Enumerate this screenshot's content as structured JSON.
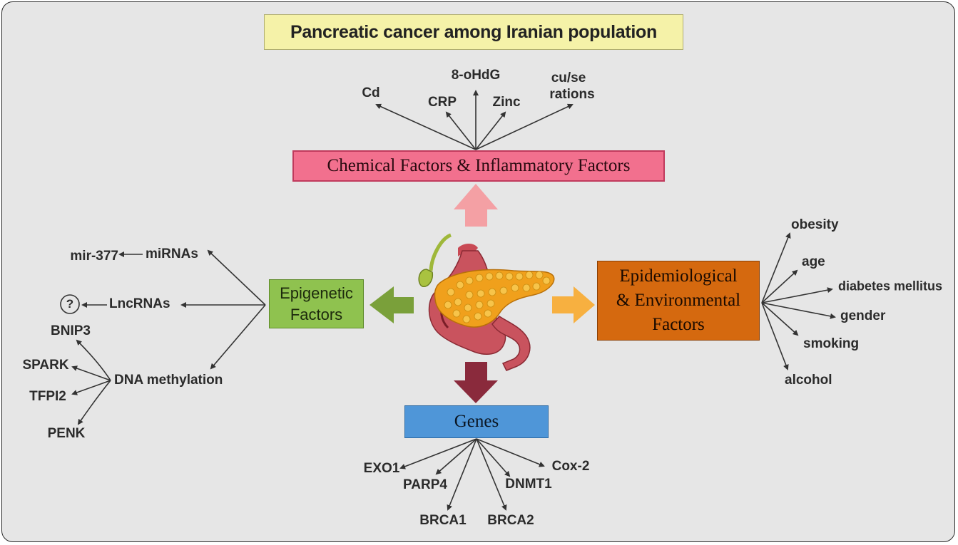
{
  "title": "Pancreatic cancer among Iranian population",
  "boxes": {
    "chemical": "Chemical Factors & Inflammatory Factors",
    "epigenetic_line1": "Epigenetic",
    "epigenetic_line2": "Factors",
    "epidemiological_line1": "Epidemiological",
    "epidemiological_line2": "& Environmental",
    "epidemiological_line3": "Factors",
    "genes": "Genes"
  },
  "chemical_items": [
    "Cd",
    "CRP",
    "8-oHdG",
    "Zinc",
    "cu/se",
    "rations"
  ],
  "epigenetic_items": {
    "mirnas": "miRNAs",
    "mir": "mir-377",
    "lncrnas": "LncRNAs",
    "unknown": "?",
    "dna_methylation": "DNA methylation",
    "methylation_genes": [
      "BNIP3",
      "SPARK",
      "TFPI2",
      "PENK"
    ]
  },
  "environmental_items": [
    "obesity",
    "age",
    "diabetes mellitus",
    "gender",
    "smoking",
    "alcohol"
  ],
  "gene_items": [
    "EXO1",
    "PARP4",
    "BRCA1",
    "BRCA2",
    "DNMT1",
    "Cox-2"
  ],
  "colors": {
    "background": "#e6e6e6",
    "title_fill": "#f5f2a8",
    "chemical_fill": "#f2708e",
    "chemical_arrow": "#f4a0a4",
    "epigenetic_fill": "#8fc24f",
    "epigenetic_arrow": "#7aa03a",
    "environment_fill": "#d5690f",
    "environment_arrow": "#f7b040",
    "genes_fill": "#4f96d8",
    "genes_arrow": "#8a2a3c"
  },
  "center_icon": "pancreas-illustration"
}
